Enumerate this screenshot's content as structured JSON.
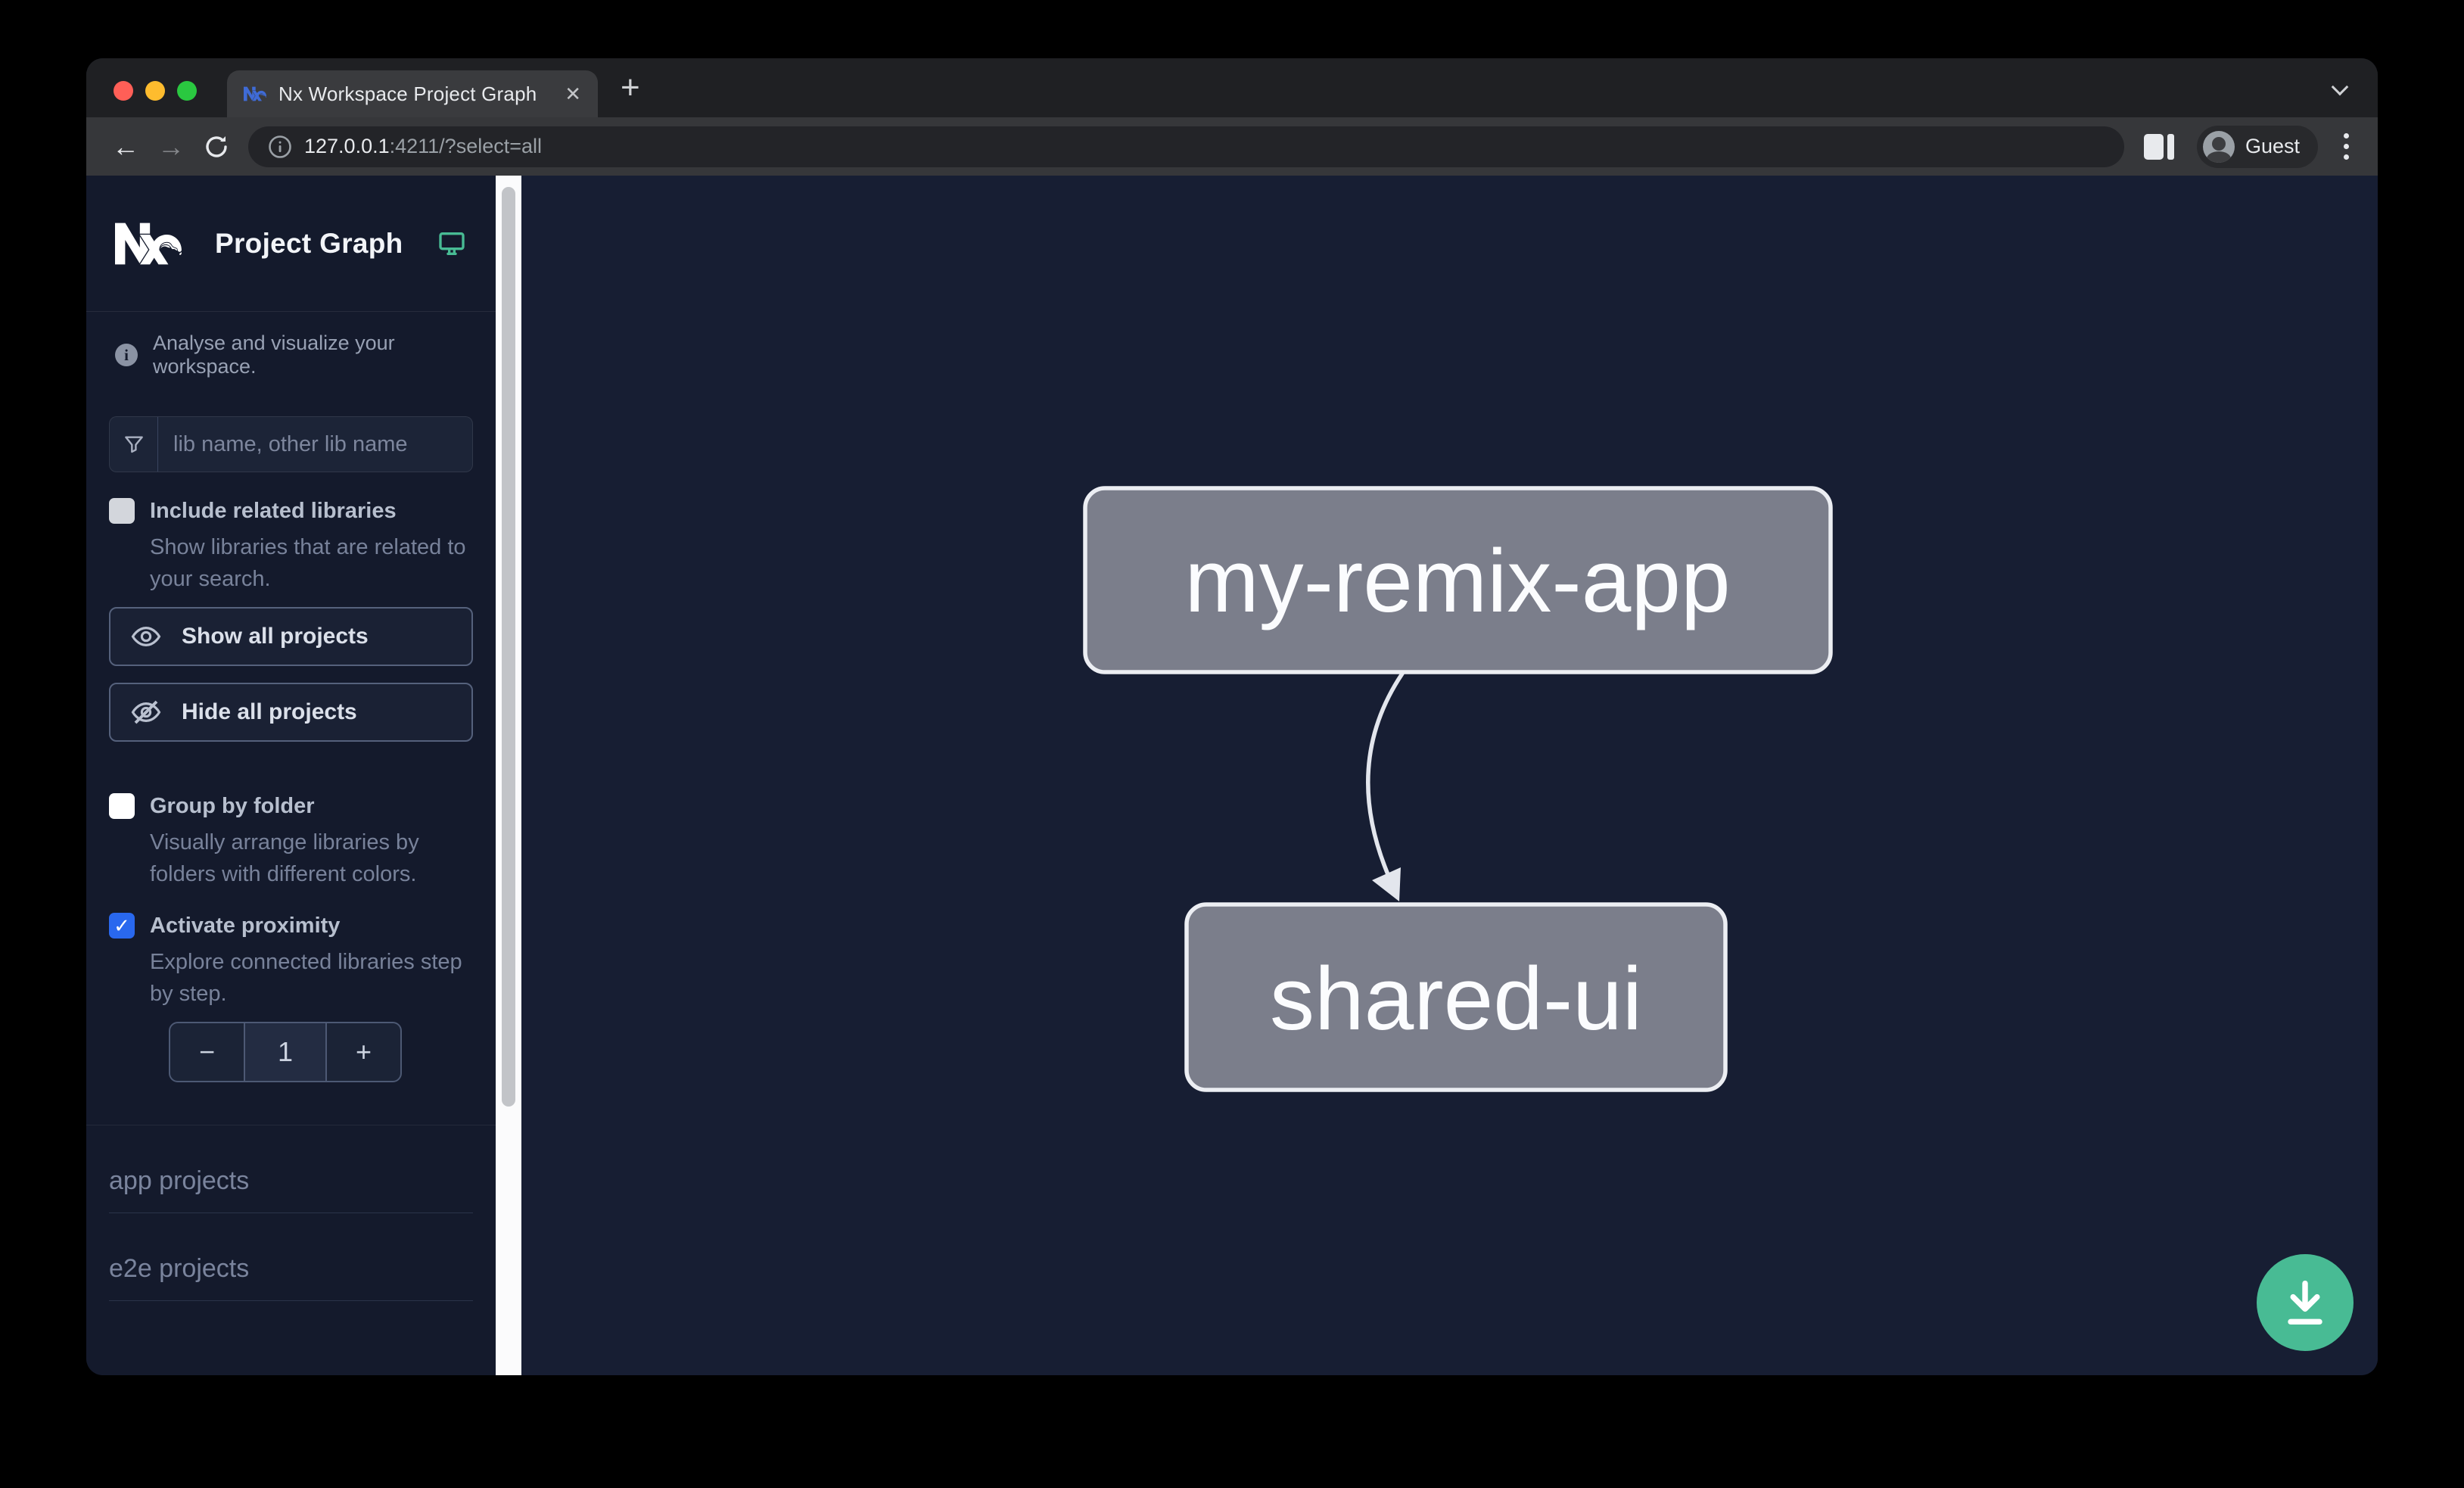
{
  "browser": {
    "tab_title": "Nx Workspace Project Graph",
    "close_glyph": "✕",
    "new_tab_glyph": "+",
    "url_host": "127.0.0.1",
    "url_rest": ":4211/?select=all",
    "profile_label": "Guest"
  },
  "sidebar": {
    "app_title": "Project Graph",
    "tagline": "Analyse and visualize your workspace.",
    "search_placeholder": "lib name, other lib name",
    "include_related": {
      "label": "Include related libraries",
      "desc": "Show libraries that are related to your search.",
      "checked": false
    },
    "show_all_label": "Show all projects",
    "hide_all_label": "Hide all projects",
    "group_by_folder": {
      "label": "Group by folder",
      "desc": "Visually arrange libraries by folders with different colors.",
      "checked": false
    },
    "proximity": {
      "label": "Activate proximity",
      "desc": "Explore connected libraries step by step.",
      "checked": true,
      "check_glyph": "✓"
    },
    "stepper": {
      "minus": "−",
      "value": "1",
      "plus": "+"
    },
    "sections": [
      {
        "label": "app projects"
      },
      {
        "label": "e2e projects"
      }
    ]
  },
  "graph": {
    "nodes": [
      {
        "id": "my-remix-app"
      },
      {
        "id": "shared-ui"
      }
    ],
    "edges": [
      {
        "from": "my-remix-app",
        "to": "shared-ui"
      }
    ]
  },
  "colors": {
    "nx_green": "#48bb94",
    "node_fill": "#7b7e8b",
    "node_border": "#eceef3",
    "edge": "#e3e6ed",
    "checkbox_blue": "#2968ee",
    "sidebar_bg": "#141a2c",
    "canvas_bg": "#171e33",
    "download_button": "#48bb94"
  }
}
